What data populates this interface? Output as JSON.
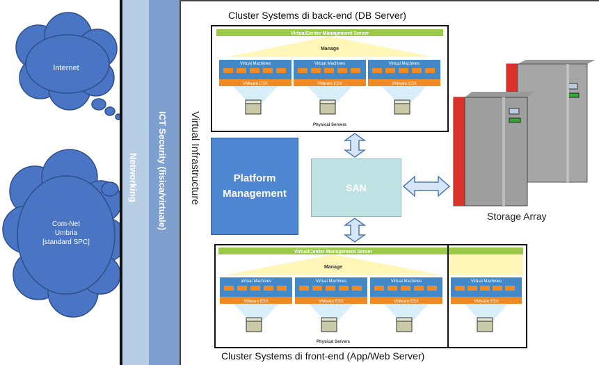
{
  "clouds": {
    "internet": "Internet",
    "comnet": [
      "Com-Net",
      "Umbria",
      "[standard SPC]"
    ]
  },
  "bands": {
    "networking": "Networking",
    "ict_security": "ICT Security  (fisica/virtuale)",
    "virtual_infrastructure": "Virtual Infrastructure"
  },
  "platform_management": [
    "Platform",
    "Management"
  ],
  "san": "SAN",
  "storage_array": "Storage Array",
  "cluster_back": {
    "title": "Cluster Systems di back-end (DB Server)",
    "header": "VirtualCenter Management Server",
    "manage": "Manage",
    "vm_label": "Virtual Machines",
    "esx_label": "VMware ESX",
    "footer": "Physical Servers"
  },
  "cluster_front": {
    "title": "Cluster Systems di front-end (App/Web Server)",
    "header": "VirtualCenter Management Server",
    "manage": "Manage",
    "vm_label": "Virtual Machines",
    "esx_label": "VMware ESX",
    "footer": "Physical Servers"
  },
  "colors": {
    "cloud": "#4a74c4",
    "networking_band": "#b8cde6",
    "security_band": "#7f9fcf",
    "platform": "#4f86d2",
    "san": "#bfe3e4",
    "arrow": "#d6e6f7",
    "header_green": "#9bc94a",
    "vm_blue": "#4389c8",
    "esx_orange": "#f08a24",
    "storage_red": "#d9322b"
  }
}
